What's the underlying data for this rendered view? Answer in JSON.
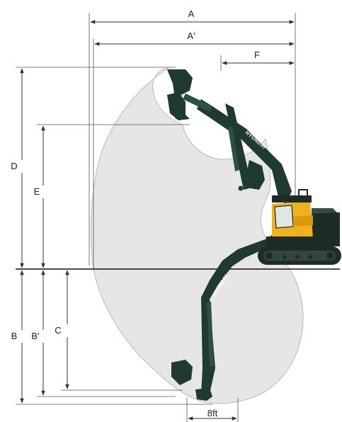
{
  "dimensions": {
    "A": "A",
    "A_prime": "A'",
    "F": "F",
    "D": "D",
    "E": "E",
    "B": "B",
    "B_prime": "B'",
    "C": "C",
    "bottom_width": "8ft"
  },
  "brand_upper": "HYUNDAI",
  "brand_lower": "HYUNDAI",
  "colors": {
    "envelope_fill": "#e6e6e6",
    "envelope_stroke": "#b9b9b9",
    "boom_green": "#1f3a32",
    "cab_yellow": "#f0b21a",
    "track_dark": "#1e2c27",
    "dim_line": "#333333"
  }
}
